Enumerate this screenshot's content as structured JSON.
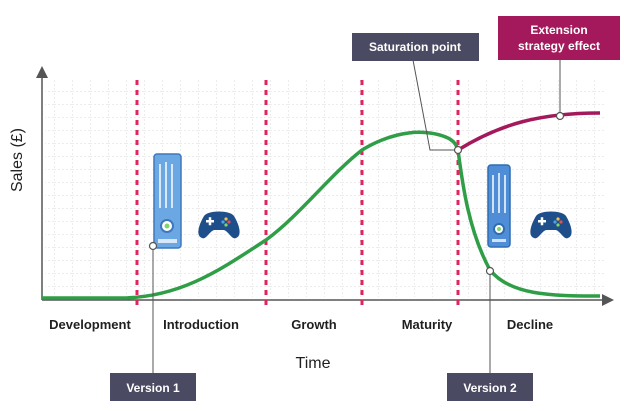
{
  "diagram": {
    "y_axis_label": "Sales (£)",
    "x_axis_label": "Time",
    "stages": [
      "Development",
      "Introduction",
      "Growth",
      "Maturity",
      "Decline"
    ],
    "callouts": {
      "saturation_point": "Saturation point",
      "extension_line1": "Extension",
      "extension_line2": "strategy effect",
      "version1": "Version 1",
      "version2": "Version 2"
    }
  },
  "colors": {
    "sales_curve": "#2f9e47",
    "extension_curve": "#a3195b",
    "stage_divider": "#e0245e",
    "callout_dark": "#4a4a63",
    "callout_accent": "#a3195b",
    "console_blue": "#4f8ed6",
    "controller_blue": "#1f4f8a"
  },
  "icons": [
    "game-console-icon",
    "game-controller-icon"
  ]
}
